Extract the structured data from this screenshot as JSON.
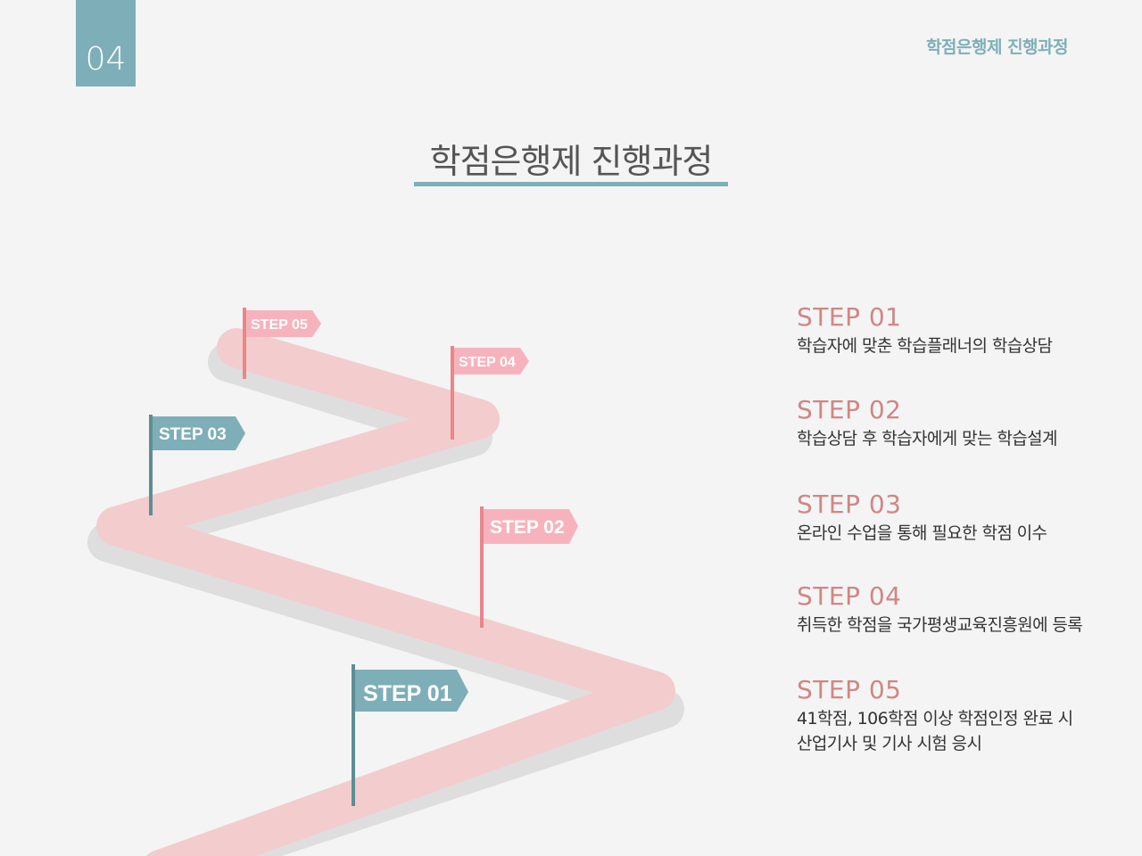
{
  "header": {
    "page_number": "04",
    "section_title": "학점은행제 진행과정"
  },
  "main": {
    "title": "학점은행제 진행과정"
  },
  "road_flags": [
    {
      "label": "STEP 01",
      "color": "#7eafb8"
    },
    {
      "label": "STEP 02",
      "color": "#f7b3bd"
    },
    {
      "label": "STEP 03",
      "color": "#7eafb8"
    },
    {
      "label": "STEP 04",
      "color": "#f7b3bd"
    },
    {
      "label": "STEP 05",
      "color": "#f7b3bd"
    }
  ],
  "steps": [
    {
      "title": "STEP 01",
      "desc": [
        "학습자에 맞춘 학습플래너의 학습상담"
      ]
    },
    {
      "title": "STEP 02",
      "desc": [
        "학습상담 후 학습자에게 맞는 학습설계"
      ]
    },
    {
      "title": "STEP 03",
      "desc": [
        "온라인 수업을 통해 필요한 학점 이수"
      ]
    },
    {
      "title": "STEP 04",
      "desc": [
        "취득한 학점을 국가평생교육진흥원에 등록"
      ]
    },
    {
      "title": "STEP 05",
      "desc": [
        "41학점, 106학점 이상 학점인정 완료 시",
        "산업기사 및 기사 시험 응시"
      ]
    }
  ],
  "colors": {
    "accent": "#7eafb8",
    "road": "#f3cccd",
    "road_shadow": "#dedede",
    "step_title": "#cf8784",
    "pink_flag": "#f7b3bd",
    "pink_pole": "#e8868c",
    "teal_pole": "#5d8e96"
  }
}
